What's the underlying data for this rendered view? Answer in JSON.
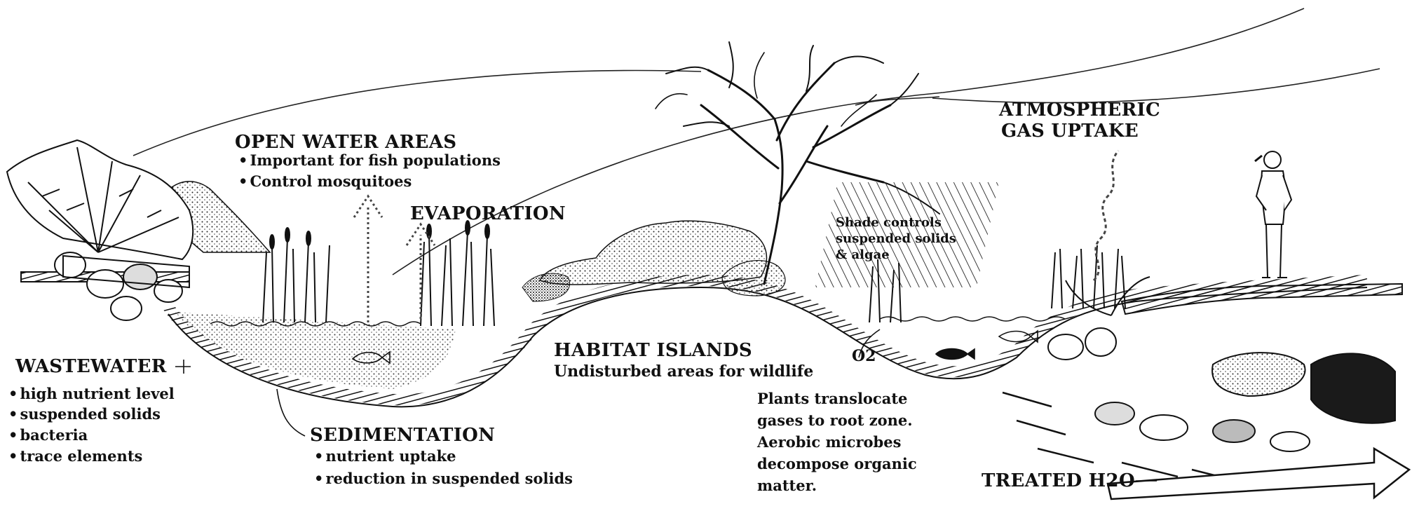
{
  "open_water": {
    "title": "OPEN WATER AREAS",
    "bullets": [
      "Important for fish populations",
      "Control mosquitoes"
    ]
  },
  "evaporation": {
    "title": "EVAPORATION"
  },
  "atmospheric": {
    "line1": "ATMOSPHERIC",
    "line2": "GAS UPTAKE"
  },
  "shade": {
    "line1": "Shade controls",
    "line2": "suspended solids",
    "line3": "& algae"
  },
  "wastewater": {
    "title": "WASTEWATER",
    "bullets": [
      "high nutrient level",
      "suspended solids",
      "bacteria",
      "trace elements"
    ]
  },
  "sedimentation": {
    "title": "SEDIMENTATION",
    "bullets": [
      "nutrient uptake",
      "reduction in suspended solids"
    ]
  },
  "habitat": {
    "title": "HABITAT ISLANDS",
    "subtitle": "Undisturbed areas for wildlife"
  },
  "oxygen": {
    "label": "O2"
  },
  "plants": {
    "lines": [
      "Plants translocate",
      "gases to root zone.",
      "Aerobic microbes",
      "decompose organic",
      "matter."
    ]
  },
  "treated": {
    "label": "TREATED H2O"
  }
}
